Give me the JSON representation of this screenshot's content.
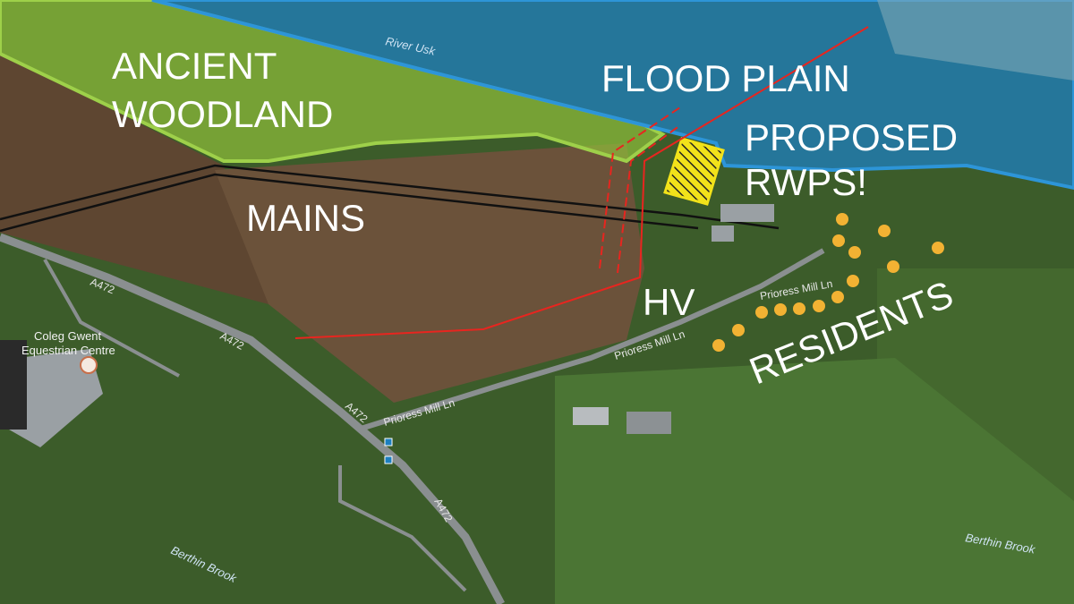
{
  "annotations": {
    "woodland_line1": "ANCIENT",
    "woodland_line2": "WOODLAND",
    "flood_plain": "FLOOD PLAIN",
    "proposed_line1": "PROPOSED",
    "proposed_line2": "RWPS!",
    "mains": "MAINS",
    "hv": "HV",
    "residents": "RESIDENTS"
  },
  "map_labels": {
    "river": "River Usk",
    "road_a472": "A472",
    "lane": "Prioress Mill Ln",
    "brook": "Berthin Brook",
    "poi_line1": "Coleg Gwent",
    "poi_line2": "Equestrian Centre"
  },
  "colors": {
    "woodland": "#8fbf3a",
    "flood": "#1d7fc0",
    "site": "#f2e21a",
    "hv_line": "#e8251f",
    "residents": "#f2b233",
    "mains": "#111111"
  }
}
